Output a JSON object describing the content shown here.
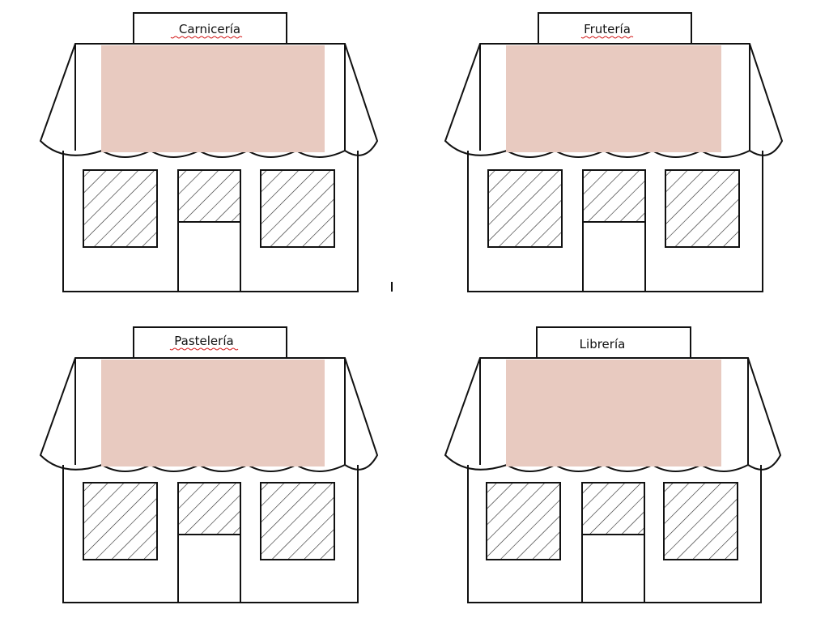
{
  "shops": [
    {
      "name": "Carnicería",
      "spellcheck_underline": true
    },
    {
      "name": "Frutería",
      "spellcheck_underline": true
    },
    {
      "name": "Pastelería",
      "spellcheck_underline": true
    },
    {
      "name": "Librería",
      "spellcheck_underline": false
    }
  ],
  "colors": {
    "awning_fill": "#e8cac0",
    "line": "#111111",
    "background": "#ffffff",
    "spellcheck": "#d42020"
  },
  "icons": {
    "glass_hatch": "diagonal-hatch"
  }
}
